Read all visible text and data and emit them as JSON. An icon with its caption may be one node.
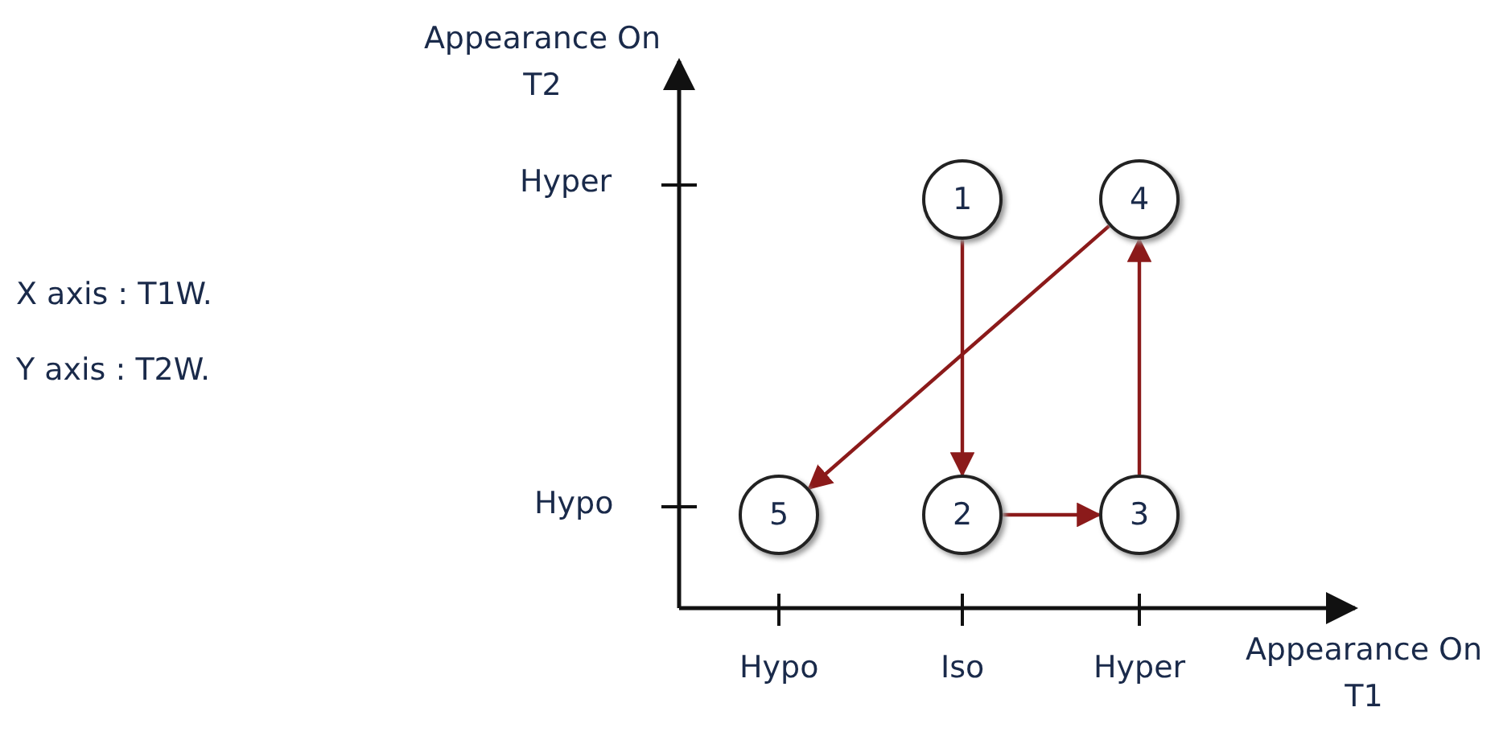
{
  "diagram": {
    "nodes": [
      {
        "text": [
          "1"
        ]
      },
      {
        "text": [
          "2"
        ]
      },
      {
        "text": [
          "3"
        ]
      },
      {
        "text": [
          "4"
        ]
      },
      {
        "text": [
          "5"
        ]
      }
    ],
    "edges": [
      {
        "from": 0,
        "to": 1,
        "arrow": "to"
      },
      {
        "from": 1,
        "to": 2,
        "arrow": "to"
      },
      {
        "from": 2,
        "to": 3,
        "arrow": "to"
      },
      {
        "from": 3,
        "to": 4,
        "arrow": "to"
      }
    ],
    "labels": [
      "Appearance On T2",
      "Hyper",
      "X axis : T1W.",
      "Y axis : T2W.",
      "Hypo",
      "Hypo",
      "Iso",
      "Hyper",
      "Appearance On T1"
    ]
  }
}
